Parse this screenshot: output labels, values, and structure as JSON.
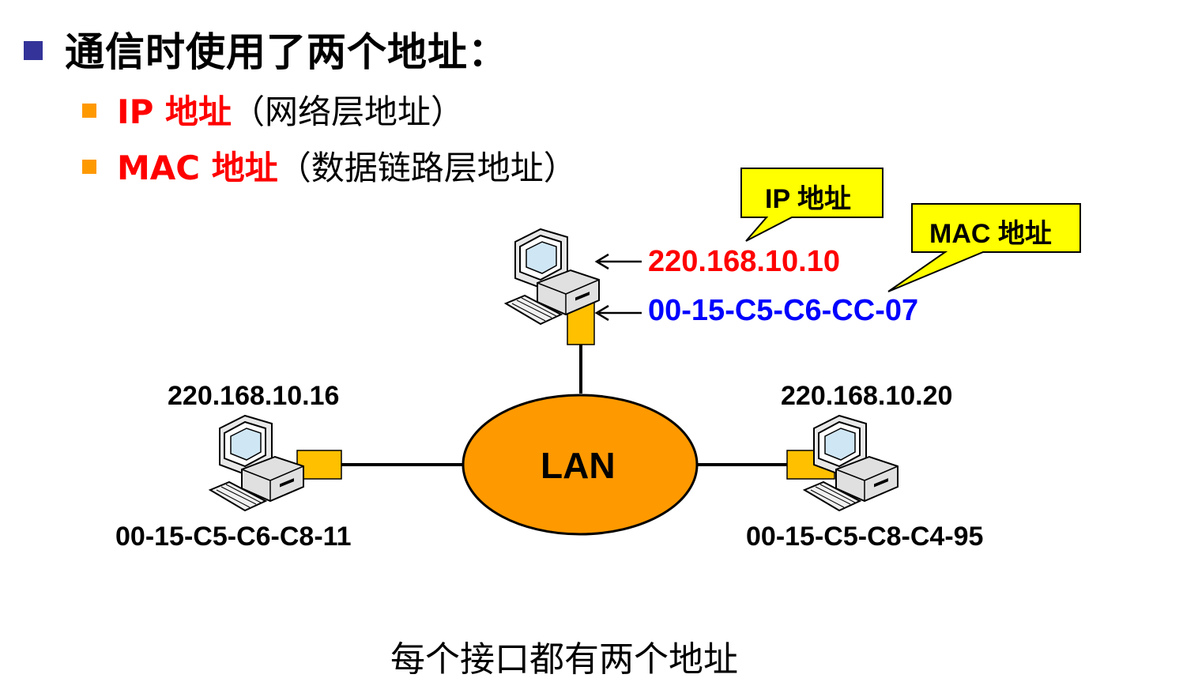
{
  "heading": "通信时使用了两个地址：",
  "items": [
    {
      "name": "IP 地址",
      "desc": "（网络层地址）"
    },
    {
      "name": "MAC 地址",
      "desc": "（数据链路层地址）"
    }
  ],
  "callouts": {
    "ip": "IP 地址",
    "mac": "MAC 地址"
  },
  "hosts": {
    "top": {
      "ip": "220.168.10.10",
      "mac": "00-15-C5-C6-CC-07"
    },
    "left": {
      "ip": "220.168.10.16",
      "mac": "00-15-C5-C6-C8-11"
    },
    "right": {
      "ip": "220.168.10.20",
      "mac": "00-15-C5-C8-C4-95"
    }
  },
  "lan": "LAN",
  "caption": "每个接口都有两个地址",
  "colors": {
    "ip_red": "#ff0000",
    "mac_blue": "#0000ff",
    "nic_orange": "#ffc000",
    "lan_orange": "#ff9900",
    "callout_yellow": "#ffff00",
    "bullet_navy": "#333399",
    "bullet_orange": "#ff9900"
  }
}
